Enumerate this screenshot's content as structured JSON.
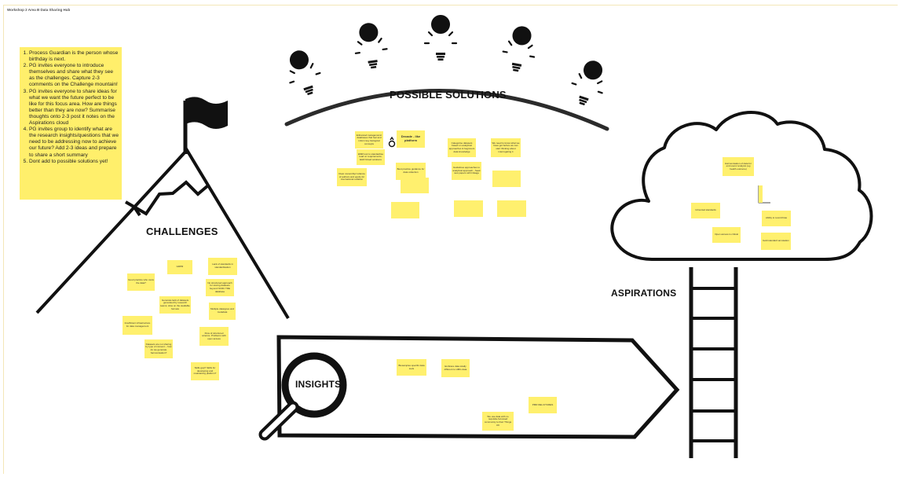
{
  "board": {
    "title": "Workshop 2 Area B Data Sharing Hub"
  },
  "instructions": [
    "Process Guardian is the person whose birthday is next.",
    "PG invites everyone to introduce themselves and share what they see as the challenges. Capture 2-3 comments on the Challenge mountain!",
    "PG invites everyone to share ideas for what we want the future perfect to be like for this focus area. How are things better than they are now? Summarise thoughts onto 2-3 post it notes on the Aspirations cloud",
    "PG invites group to identify what are the research insights/questions that we need to be addressing now to achieve our future? Add 2-3 ideas and prepare to share a short summary",
    "Dont add to possible solutions yet!"
  ],
  "headings": {
    "solutions": "POSSIBLE SOLUTIONS",
    "challenges": "CHALLENGES",
    "aspirations": "ASPIRATIONS",
    "insights": "INSIGHTS"
  },
  "notes": {
    "challenges": [
      "GDPR",
      "Lack of standards in standardisation",
      "Good practice who owns the data?",
      "No structured approach for storing datasets beyond NCRC TRE database",
      "Generate lack of datasets generated by research teams; silos on the available formats",
      "Multiple datatypes and metadata",
      "Insufficient infrastructure for data management",
      "Flow of structured science. Problems with open access",
      "Datasets are not sharing by type of consent – how do we generate harmonisation?",
      "Skills gap? Skills for developing and maintaining platform?"
    ],
    "solutions": [
      "Enhanced metagenomic databases that fuel and inform key biological concepts",
      "Decade - like platform",
      "Categorise datasets based on analytical approaches & beginners data knowledge",
      "We need to know what we have got before we can start thinking about interrogating it",
      "EMR tool to standardise lead on requirements; EHR linked solutions",
      "Best practice guidance for data collection",
      "Guidelines approaches to analytical approach - Seek new papers with linkage",
      "Clear ownership/ reliance of authors and equity for international collation",
      "",
      "",
      "",
      "",
      ""
    ],
    "aspirations": [
      "Harmonisation of data for end users/ analysis (eg health outcome)",
      "",
      "Universal standards",
      "Ability to record bias",
      "Open access is critical",
      "Gold standard annotation"
    ],
    "insights": [
      "Biosamples specific data tools",
      "Embrace data totally different to HMG data",
      "PMR DEL/UTURES",
      "We use data with no requisite-focussed community to their Things UK"
    ]
  },
  "colors": {
    "sticky": "#fff06e",
    "instructions_bg": "#ffef6b",
    "ink": "#111111",
    "frame": "#f3e7b8"
  },
  "icons": [
    "lightbulb-icon",
    "flag-icon",
    "magnifier-icon",
    "cloud-icon",
    "ladder-icon",
    "mountain-icon",
    "arrow-banner-icon",
    "ring-icon"
  ]
}
